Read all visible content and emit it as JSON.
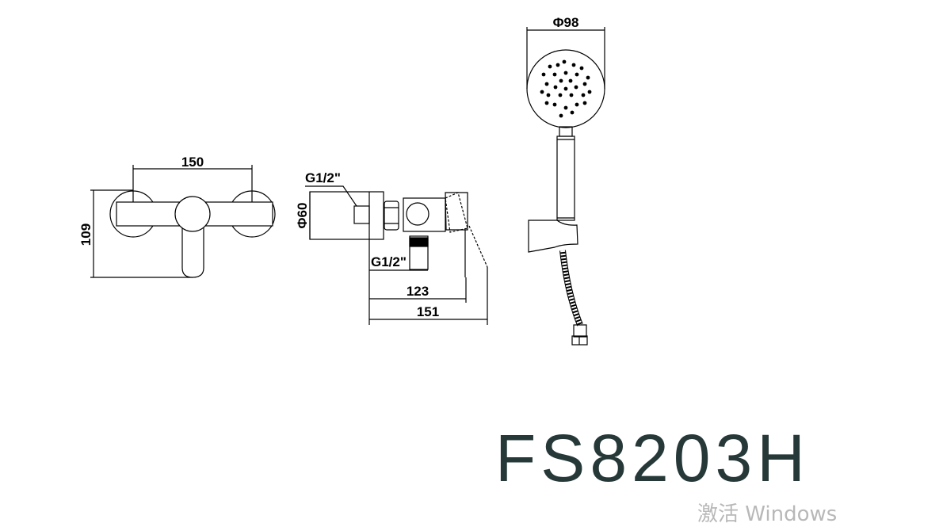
{
  "front_view": {
    "width_dim": "150",
    "height_dim": "109"
  },
  "side_view": {
    "inlet_thread": "G1/2\"",
    "outlet_thread": "G1/2\"",
    "diameter_dim": "Φ60",
    "depth_dim": "123",
    "total_depth_dim": "151"
  },
  "shower_head": {
    "diameter_dim": "Φ98"
  },
  "model": "FS8203H",
  "watermark": "激活 Windows"
}
